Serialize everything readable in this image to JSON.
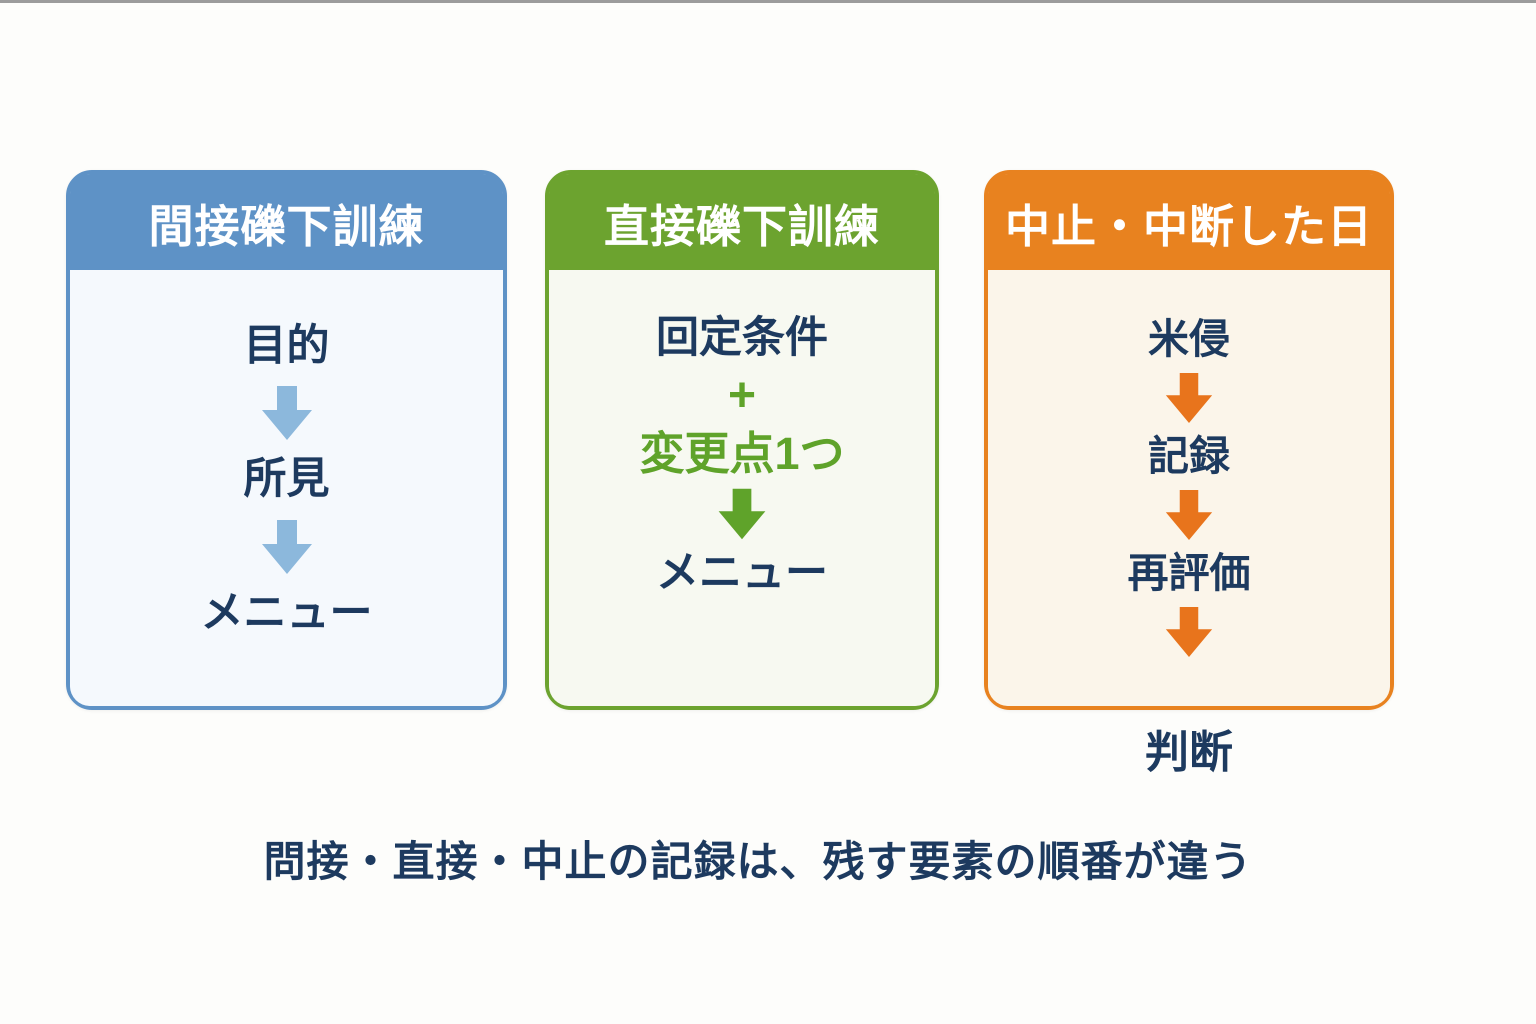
{
  "page": {
    "background_color": "#fdfdfb",
    "top_edge_color": "#9c9c9c"
  },
  "cards": [
    {
      "id": "indirect-training",
      "header": "間接礫下訓練",
      "colors": {
        "accent": "#5e92c6",
        "body_bg": "#f5f9fd",
        "arrow": "#8cb8dc",
        "text": "#1d3a5f"
      },
      "steps": [
        "目的",
        "所見",
        "メニュー"
      ]
    },
    {
      "id": "direct-training",
      "header": "直接礫下訓練",
      "colors": {
        "accent": "#6ca32f",
        "body_bg": "#f7f9f1",
        "arrow": "#5fa32a",
        "text": "#1d3a5f",
        "highlight": "#5fa32a"
      },
      "steps": [
        "回定条件",
        "+",
        "変更点1つ",
        "メニュー"
      ]
    },
    {
      "id": "stopped-day",
      "header": "中止・中断した日",
      "colors": {
        "accent": "#e8821f",
        "body_bg": "#fbf5ea",
        "arrow": "#e8741c",
        "text": "#1d3a5f"
      },
      "steps": [
        "米侵",
        "記録",
        "再評価",
        "判断"
      ]
    }
  ],
  "caption": "問接・直接・中止の記録は、残す要素の順番が違う"
}
